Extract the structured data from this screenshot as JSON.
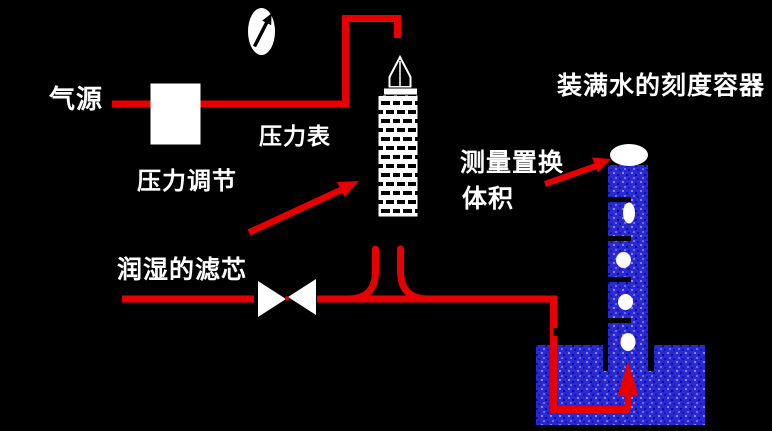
{
  "labels": {
    "gas_source": "气源",
    "pressure_regulator": "压力调节",
    "pressure_gauge": "压力表",
    "wetted_filter": "润湿的滤芯",
    "measure_displacement_line1": "测量置换",
    "measure_displacement_line2": "体积",
    "container_title": "装满水的刻度容器"
  },
  "colors": {
    "background": "#000000",
    "pipe": "#e80000",
    "water": "#2a2ad0",
    "device": "#ffffff",
    "text": "#ffffff"
  }
}
